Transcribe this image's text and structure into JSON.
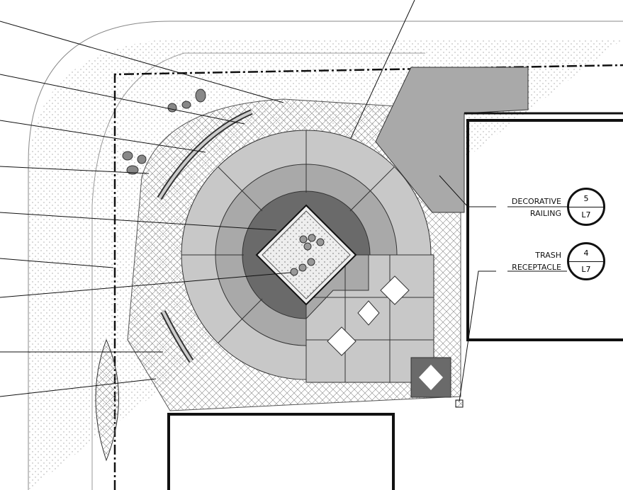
{
  "callouts": [
    {
      "label_line1": "DECORATIVE",
      "label_line2": "RAILING",
      "detail_number": "5",
      "sheet": "L7"
    },
    {
      "label_line1": "TRASH",
      "label_line2": "RECEPTACLE",
      "detail_number": "4",
      "sheet": "L7"
    }
  ],
  "colors": {
    "light_paving": "#c8c8c8",
    "mid_paving": "#a9a9a9",
    "dark_paving": "#6a6a6a",
    "line": "#111111"
  }
}
